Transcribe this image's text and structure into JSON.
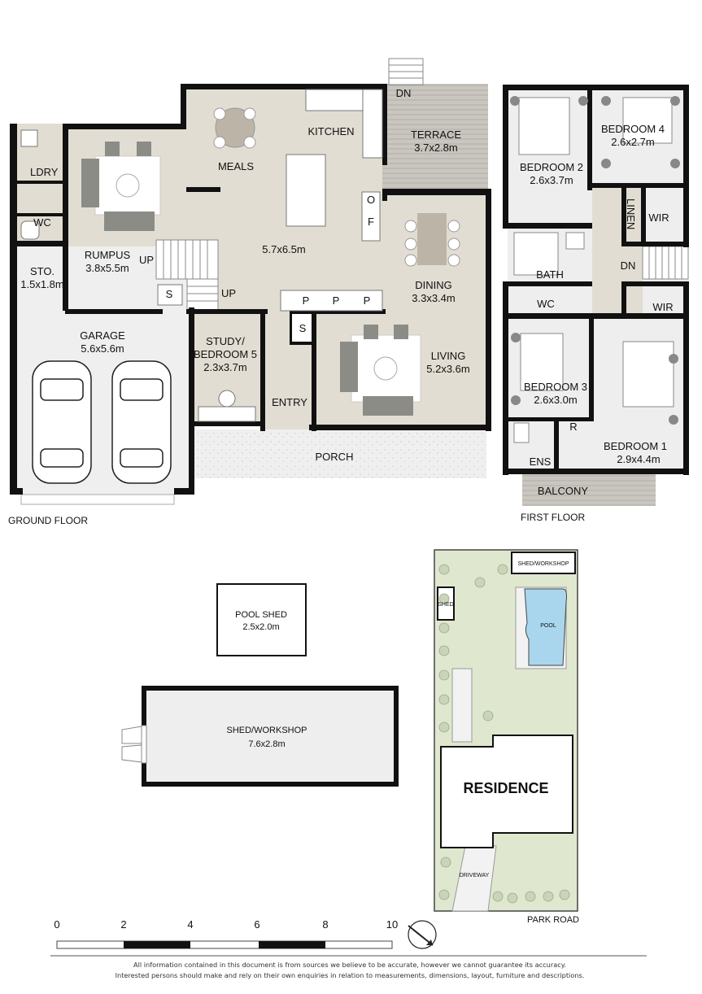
{
  "ground_floor": {
    "title": "GROUND FLOOR",
    "rooms": {
      "ldry": "LDRY",
      "wc": "WC",
      "rumpus": "RUMPUS",
      "rumpus_size": "3.8x5.5m",
      "sto": "STO.",
      "sto_size": "1.5x1.8m",
      "garage": "GARAGE",
      "garage_size": "5.6x5.6m",
      "meals": "MEALS",
      "kitchen": "KITCHEN",
      "kitchen_size": "5.7x6.5m",
      "terrace": "TERRACE",
      "terrace_size": "3.7x2.8m",
      "dn": "DN",
      "o": "O",
      "f": "F",
      "dining": "DINING",
      "dining_size": "3.3x3.4m",
      "living": "LIVING",
      "living_size": "5.2x3.6m",
      "study": "STUDY/",
      "study_line2": "BEDROOM 5",
      "study_size": "2.3x3.7m",
      "entry": "ENTRY",
      "porch": "PORCH",
      "up1": "UP",
      "up2": "UP",
      "s1": "S",
      "s2": "S",
      "p1": "P",
      "p2": "P",
      "p3": "P"
    }
  },
  "first_floor": {
    "title": "FIRST FLOOR",
    "rooms": {
      "bed2": "BEDROOM 2",
      "bed2_size": "2.6x3.7m",
      "bed4": "BEDROOM 4",
      "bed4_size": "2.6x2.7m",
      "linen": "LINEN",
      "wir1": "WIR",
      "bath": "BATH",
      "dn": "DN",
      "wc": "WC",
      "wir2": "WIR",
      "bed3": "BEDROOM 3",
      "bed3_size": "2.6x3.0m",
      "r": "R",
      "bed1": "BEDROOM 1",
      "bed1_size": "2.9x4.4m",
      "ens": "ENS",
      "balcony": "BALCONY"
    }
  },
  "outbuildings": {
    "pool_shed": "POOL SHED",
    "pool_shed_size": "2.5x2.0m",
    "shed_workshop": "SHED/WORKSHOP",
    "shed_workshop_size": "7.6x2.8m"
  },
  "site_plan": {
    "shed_workshop": "SHED/WORKSHOP",
    "shed": "SHED",
    "pool": "POOL",
    "residence": "RESIDENCE",
    "driveway": "DRIVEWAY",
    "street": "PARK ROAD"
  },
  "scale_bar": {
    "labels": [
      "0",
      "2",
      "4",
      "6",
      "8",
      "10"
    ]
  },
  "colors": {
    "floor_fill": "#e2ddd2",
    "terrace_fill": "#c8c5bf",
    "garage_fill": "#efefef",
    "site_green": "#dfe8cf",
    "wall": "#111111"
  },
  "disclaimer": {
    "line1": "All information contained in this document is from sources we believe to be accurate, however we cannot guarantee its accuracy.",
    "line2": "Interested persons should make and rely on their own enquiries in relation to measurements, dimensions, layout, furniture and descriptions."
  }
}
